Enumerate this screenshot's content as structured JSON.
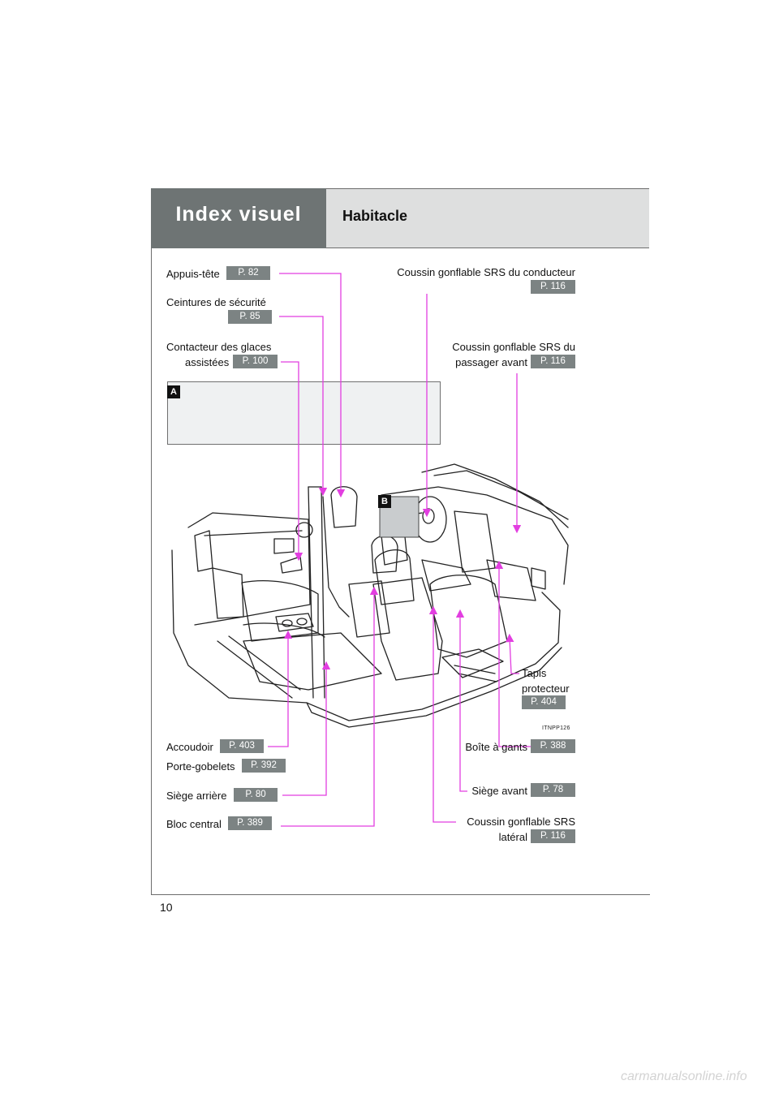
{
  "header": {
    "section": "Index visuel",
    "subsection": "Habitacle"
  },
  "page_number": "10",
  "image_code": "ITNPP126",
  "watermark": "carmanualsonline.info",
  "tags": {
    "a": "A",
    "b": "B"
  },
  "labels": {
    "headrests": {
      "text": "Appuis-tête",
      "page": "P. 82"
    },
    "seatbelts": {
      "text": "Ceintures de sécurité",
      "page": "P. 85"
    },
    "power_windows": {
      "line1": "Contacteur des glaces",
      "line2": "assistées",
      "page": "P. 100"
    },
    "driver_airbag": {
      "text": "Coussin gonflable SRS du conducteur",
      "page": "P. 116"
    },
    "passenger_airbag": {
      "line1": "Coussin gonflable SRS du",
      "line2": "passager avant",
      "page": "P. 116"
    },
    "floor_mat": {
      "line1": "Tapis",
      "line2": "protecteur",
      "page": "P. 404"
    },
    "armrest": {
      "text": "Accoudoir",
      "page": "P. 403"
    },
    "cup_holders": {
      "text": "Porte-gobelets",
      "page": "P. 392"
    },
    "rear_seat": {
      "text": "Siège arrière",
      "page": "P. 80"
    },
    "console_box": {
      "text": "Bloc central",
      "page": "P. 389"
    },
    "glove_box": {
      "text": "Boîte à gants",
      "page": "P. 388"
    },
    "front_seat": {
      "text": "Siège avant",
      "page": "P. 78"
    },
    "side_airbag": {
      "line1": "Coussin gonflable SRS",
      "line2": "latéral",
      "page": "P. 116"
    }
  },
  "colors": {
    "leader": "#e23ee0",
    "header_dark": "#6e7474",
    "header_light": "#dedfdf",
    "page_badge": "#7c8383"
  }
}
